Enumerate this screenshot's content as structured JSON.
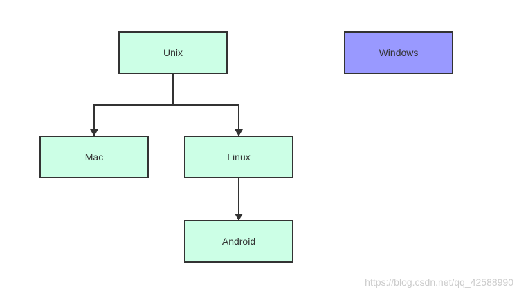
{
  "diagram": {
    "nodes": {
      "unix": {
        "label": "Unix",
        "fill": "#ccffe6"
      },
      "windows": {
        "label": "Windows",
        "fill": "#9999ff"
      },
      "mac": {
        "label": "Mac",
        "fill": "#ccffe6"
      },
      "linux": {
        "label": "Linux",
        "fill": "#ccffe6"
      },
      "android": {
        "label": "Android",
        "fill": "#ccffe6"
      }
    },
    "edges": [
      {
        "from": "unix",
        "to": "mac"
      },
      {
        "from": "unix",
        "to": "linux"
      },
      {
        "from": "linux",
        "to": "android"
      }
    ]
  },
  "watermark": "https://blog.csdn.net/qq_42588990",
  "colors": {
    "stroke": "#333333",
    "text": "#333333",
    "watermark": "#cccccc"
  }
}
